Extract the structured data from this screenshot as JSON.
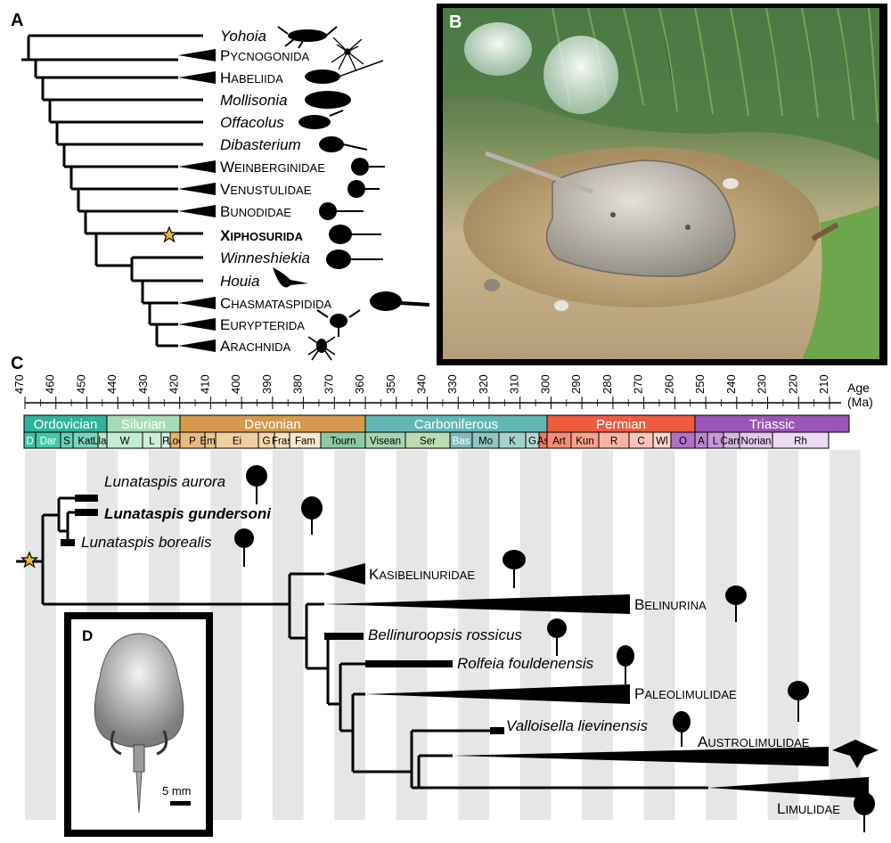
{
  "panels": {
    "a": "A",
    "b": "B",
    "c": "C",
    "d": "D"
  },
  "panel_a": {
    "taxa": [
      {
        "label": "Yohoia",
        "style": "italic"
      },
      {
        "label": "Pycnogonida",
        "style": "caps"
      },
      {
        "label": "Habeliida",
        "style": "caps"
      },
      {
        "label": "Mollisonia",
        "style": "italic"
      },
      {
        "label": "Offacolus",
        "style": "italic"
      },
      {
        "label": "Dibasterium",
        "style": "italic"
      },
      {
        "label": "Weinberginidae",
        "style": "caps"
      },
      {
        "label": "Venustulidae",
        "style": "caps"
      },
      {
        "label": "Bunodidae",
        "style": "caps"
      },
      {
        "label": "Xiphosurida",
        "style": "caps-bold"
      },
      {
        "label": "Winneshiekia",
        "style": "italic"
      },
      {
        "label": "Houia",
        "style": "italic"
      },
      {
        "label": "Chasmataspidida",
        "style": "caps"
      },
      {
        "label": "Eurypterida",
        "style": "caps"
      },
      {
        "label": "Arachnida",
        "style": "caps"
      }
    ]
  },
  "panel_c": {
    "axis_title_1": "Age",
    "axis_title_2": "(Ma)",
    "ticks": [
      "470",
      "460",
      "450",
      "440",
      "430",
      "420",
      "410",
      "400",
      "390",
      "380",
      "370",
      "360",
      "350",
      "340",
      "330",
      "320",
      "310",
      "300",
      "290",
      "280",
      "270",
      "260",
      "250",
      "240",
      "230",
      "220",
      "210"
    ],
    "periods": [
      {
        "label": "Ordovician",
        "color": "#2fb39b"
      },
      {
        "label": "Silurian",
        "color": "#a5dcb6"
      },
      {
        "label": "Devonian",
        "color": "#d59a4e"
      },
      {
        "label": "Carboniferous",
        "color": "#61b7b6"
      },
      {
        "label": "Permian",
        "color": "#ef5b40"
      },
      {
        "label": "Triassic",
        "color": "#9b55b6"
      }
    ],
    "stages": [
      "D",
      "Dar",
      "S",
      "Kat",
      "Llan",
      "W",
      "L",
      "P",
      "Loc",
      "P",
      "Ems",
      "Ei",
      "G",
      "Fras",
      "Fam",
      "Tourn",
      "Visean",
      "Ser",
      "Bas",
      "Mo",
      "K",
      "G",
      "As",
      "Art",
      "Kun",
      "R",
      "C",
      "Wl",
      "O",
      "A",
      "L",
      "Carn",
      "Norian",
      "Rh"
    ],
    "taxa": [
      {
        "label": "Lunataspis aurora",
        "style": "italic"
      },
      {
        "label": "Lunataspis gundersoni",
        "style": "italic-bold"
      },
      {
        "label": "Lunataspis borealis",
        "style": "italic"
      },
      {
        "label": "Kasibelinuridae",
        "style": "caps"
      },
      {
        "label": "Belinurina",
        "style": "caps"
      },
      {
        "label": "Bellinuroopsis rossicus",
        "style": "italic"
      },
      {
        "label": "Rolfeia fouldenensis",
        "style": "italic"
      },
      {
        "label": "Paleolimulidae",
        "style": "caps"
      },
      {
        "label": "Valloisella lievinensis",
        "style": "italic"
      },
      {
        "label": "Austrolimulidae",
        "style": "caps"
      },
      {
        "label": "Limulidae",
        "style": "caps"
      }
    ]
  },
  "panel_d": {
    "scale_bar": "5 mm"
  },
  "colors": {
    "star": "#f2b53a",
    "frame": "#000000",
    "time_band": "#e6e6e6"
  }
}
